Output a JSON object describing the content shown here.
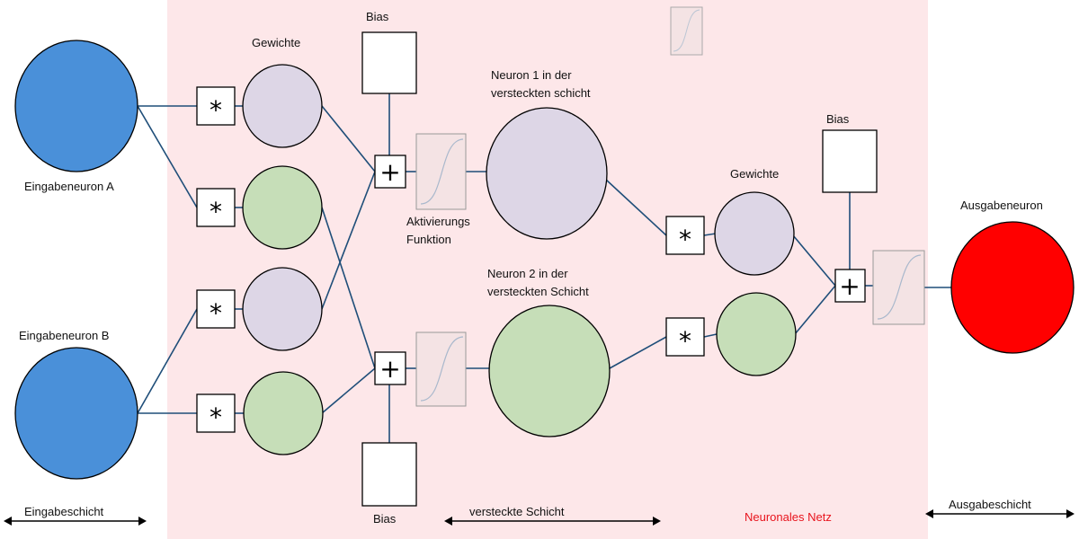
{
  "colors": {
    "network_bg": "#fde7e9",
    "input_neuron": "#4a90d9",
    "output_neuron": "#ff0000",
    "weight_purple": "#ddd6e6",
    "weight_green": "#c6deb8",
    "hidden_purple": "#ddd6e6",
    "hidden_green": "#c6deb8",
    "activation_box": "#f4e3e4",
    "link": "#1f4e79",
    "network_label": "#e8141d"
  },
  "labels": {
    "input_a": "Eingabeneuron A",
    "input_b": "Eingabeneuron B",
    "weights_top": "Gewichte",
    "weights_output": "Gewichte",
    "bias_top": "Bias",
    "bias_bottom": "Bias",
    "bias_output": "Bias",
    "activation_line1": "Aktivierungs",
    "activation_line2": "Funktion",
    "hidden1_line1": "Neuron 1 in der",
    "hidden1_line2": "versteckten schicht",
    "hidden2_line1": "Neuron 2 in der",
    "hidden2_line2": "versteckten Schicht",
    "output_neuron": "Ausgabeneuron",
    "input_layer": "Eingabeschicht",
    "hidden_layer": "versteckte Schicht",
    "network": "Neuronales Netz",
    "output_layer": "Ausgabeschicht"
  },
  "symbols": {
    "multiply": "*",
    "add": "+"
  },
  "icons": {
    "activation": "sigmoid-curve-icon"
  }
}
